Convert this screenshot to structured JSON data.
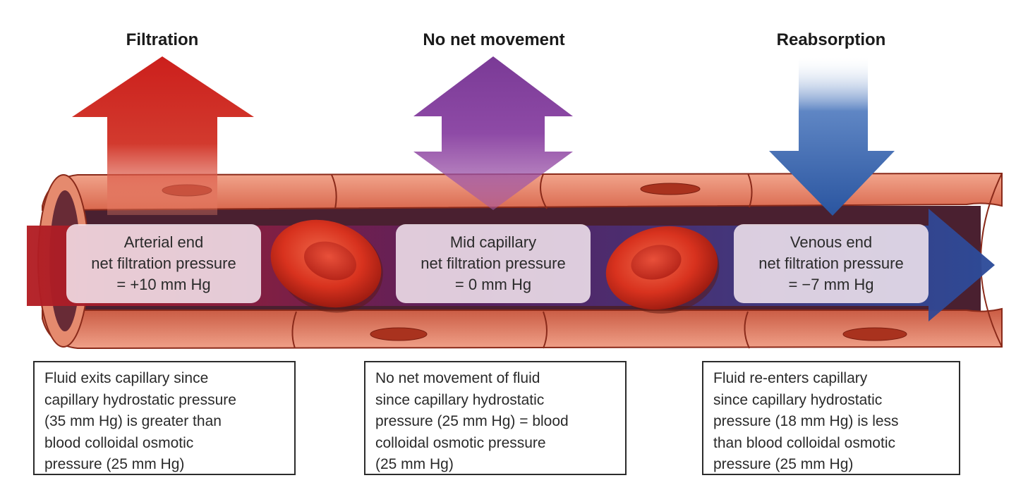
{
  "headings": {
    "filtration": "Filtration",
    "no_net_movement": "No net movement",
    "reabsorption": "Reabsorption"
  },
  "labels": {
    "arterial": {
      "title": "Arterial end",
      "subtitle": "net filtration pressure",
      "value": "= +10 mm Hg"
    },
    "mid": {
      "title": "Mid capillary",
      "subtitle": "net filtration pressure",
      "value": "= 0 mm Hg"
    },
    "venous": {
      "title": "Venous end",
      "subtitle": "net filtration pressure",
      "value": "= −7 mm Hg"
    }
  },
  "explanations": {
    "arterial": "Fluid exits capillary since\ncapillary hydrostatic pressure\n(35 mm Hg) is greater than\nblood colloidal osmotic\npressure (25 mm Hg)",
    "mid": "No net movement of fluid\nsince capillary hydrostatic\npressure (25 mm Hg) = blood\ncolloidal osmotic pressure\n(25 mm Hg)",
    "venous": "Fluid re-enters capillary\nsince capillary hydrostatic\npressure (18 mm Hg) is less\nthan blood colloidal osmotic\npressure (25 mm Hg)"
  },
  "colors": {
    "filtration_red": "#c8201e",
    "no_net_purple": "#7b3d97",
    "reabsorption_blue": "#2c55a0",
    "vessel_wall": "#e8856a",
    "vessel_outline": "#8a2a1a",
    "lumen": "#3a1a40",
    "red_blood_cell": "#d8321e"
  }
}
